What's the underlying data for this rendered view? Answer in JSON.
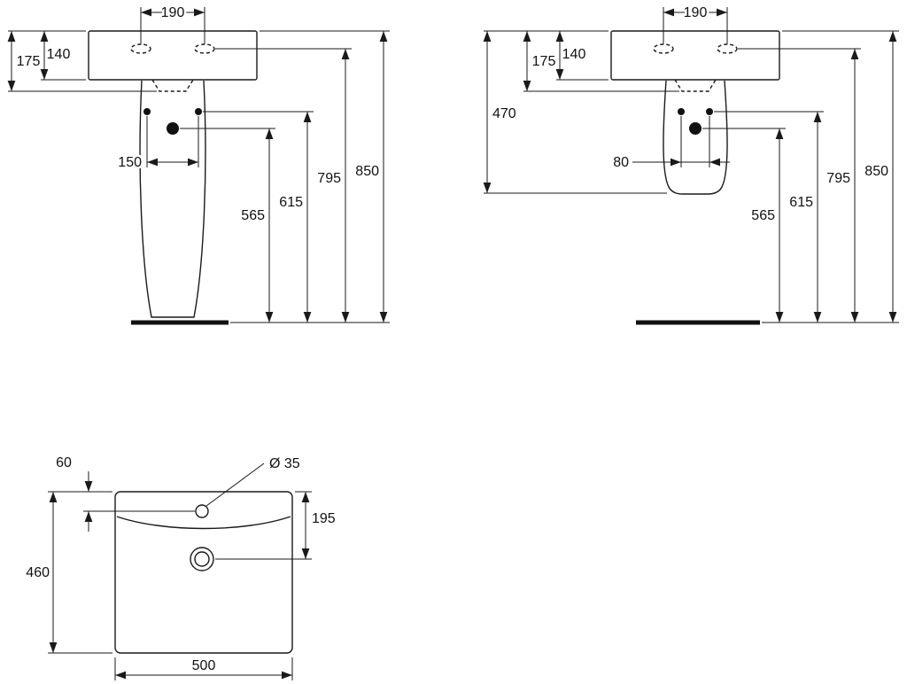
{
  "page": {
    "background": "#ffffff",
    "line_color": "#1a1a1a"
  },
  "views": {
    "full_pedestal": {
      "dims": {
        "tap_spacing": "190",
        "underside_depth": "175",
        "apron_height": "140",
        "fixing_spacing": "150",
        "trap_height": "565",
        "fixing_height": "615",
        "tap_height": "795",
        "rim_height": "850"
      }
    },
    "half_pedestal": {
      "dims": {
        "tap_spacing": "190",
        "pedestal_height": "470",
        "underside_depth": "175",
        "apron_height": "140",
        "fixing_spacing": "80",
        "trap_height": "565",
        "fixing_height": "615",
        "tap_height": "795",
        "rim_height": "850"
      }
    },
    "plan": {
      "dims": {
        "tap_hole_offset": "60",
        "tap_hole_diameter": "Ø 35",
        "drain_offset": "195",
        "basin_depth": "460",
        "basin_width": "500"
      }
    }
  }
}
